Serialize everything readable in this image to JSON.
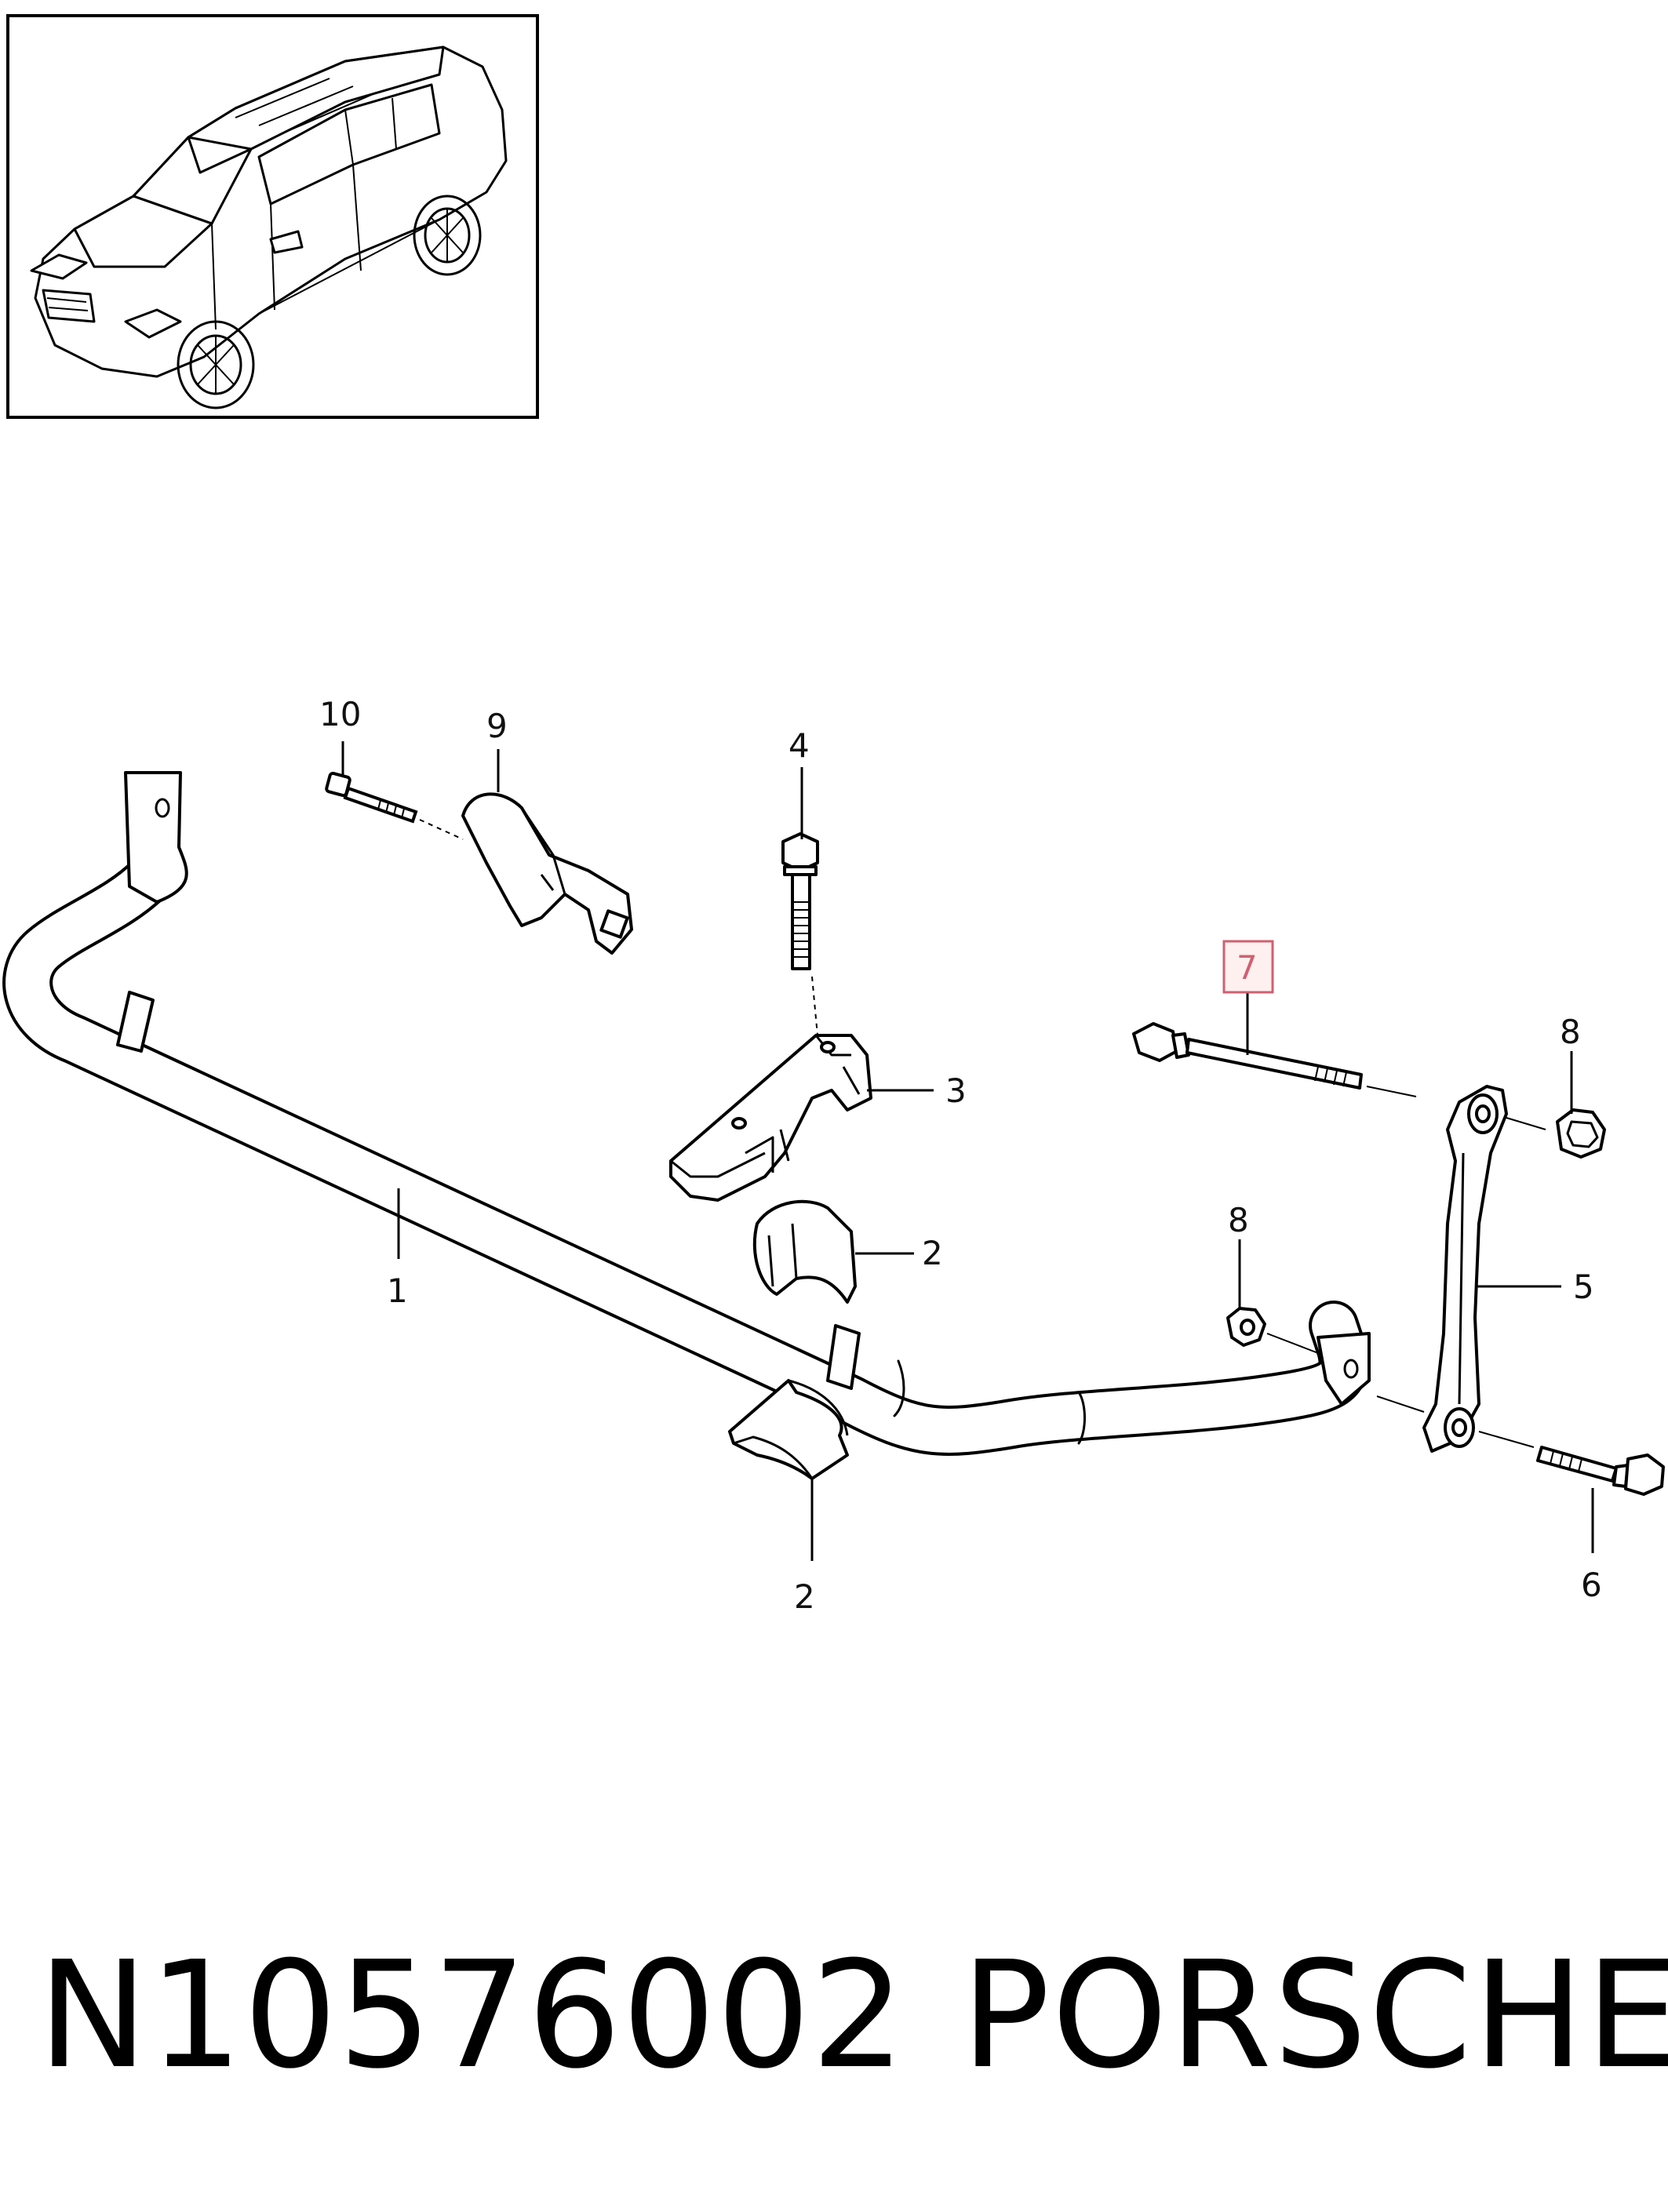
{
  "callouts": {
    "c1": "1",
    "c2a": "2",
    "c2b": "2",
    "c3": "3",
    "c4": "4",
    "c5": "5",
    "c6": "6",
    "c7": "7",
    "c8a": "8",
    "c8b": "8",
    "c9": "9",
    "c10": "10"
  },
  "highlight_color": "#d06070",
  "footer": {
    "part_number": "N10576002",
    "brand": "PORSCHE"
  }
}
